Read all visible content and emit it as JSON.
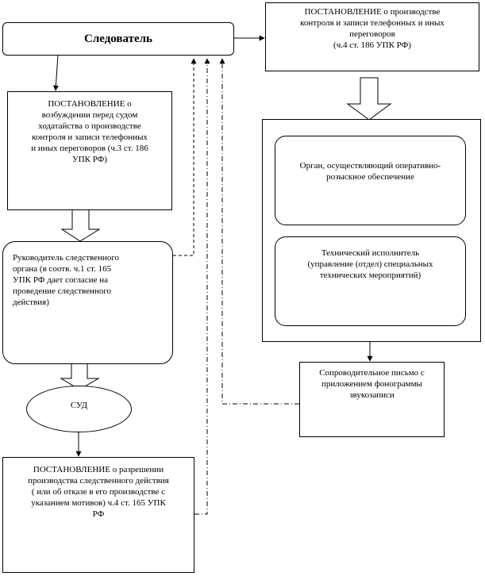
{
  "nodes": {
    "investigator": {
      "text": "Следователь"
    },
    "resolution_production": {
      "text": "ПОСТАНОВЛЕНИЕ  о производстве\nконтроля и записи телефонных  и иных\nпереговоров\n(ч.4 ст. 186  УПК РФ)"
    },
    "resolution_petition": {
      "text": "ПОСТАНОВЛЕНИЕ  о\nвозбуждении перед судом\nходатайства  о производстве\nконтроля и записи телефонных\nи иных  переговоров (ч.3 ст. 186\nУПК РФ)"
    },
    "operative_body": {
      "text": "Орган, осуществляющий оперативно-\nрозыскное обеспечение"
    },
    "technical_executor": {
      "text": "Технический исполнитель\n(управление (отдел)  специальных\nтехнических  мероприятий)"
    },
    "head_of_investigation": {
      "text": "Руководитель  следственного\nоргана (в соотв. ч.1 ст. 165\nУПК РФ дает согласие на\nпроведение следственного\nдействия)"
    },
    "court": {
      "text": "СУД"
    },
    "cover_letter": {
      "text": "Сопроводительное письмо с\nприложением фонограммы\nзвукозаписи"
    },
    "resolution_permission": {
      "text": "ПОСТАНОВЛЕНИЕ  о разрешении\nпроизводства  следственного  действия\n( или об отказе в его производстве  с\nуказанием мотивов) ч.4 ст. 165  УПК\nРФ"
    }
  }
}
